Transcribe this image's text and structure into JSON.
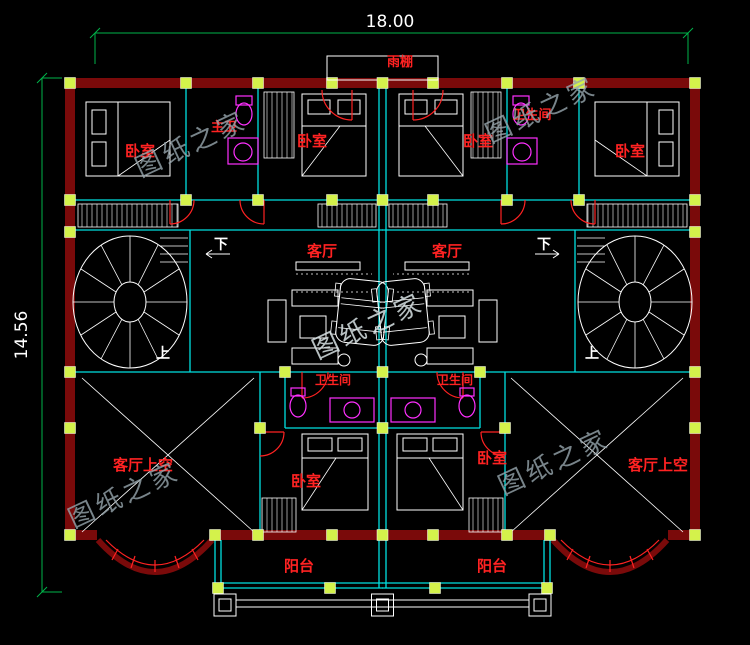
{
  "colors": {
    "background": "#000000",
    "wall": "#7a0a0a",
    "column": "#d4f24b",
    "cyan": "#00e0e0",
    "dim_green": "#00b44a",
    "red": "#ff2222",
    "magenta": "#ff30ff",
    "white": "#ffffff",
    "watermark": "#97a6ad"
  },
  "dimensions": {
    "width_label": "18.00",
    "height_label": "14.56"
  },
  "watermark": {
    "text": "图纸之家"
  },
  "labels": {
    "canopy": "雨棚",
    "master_bath": "主卫",
    "bathroom": "卫生间",
    "bedroom": "卧室",
    "living": "客厅",
    "living_void": "客厅上空",
    "balcony": "阳台",
    "up": "上",
    "down": "下"
  }
}
